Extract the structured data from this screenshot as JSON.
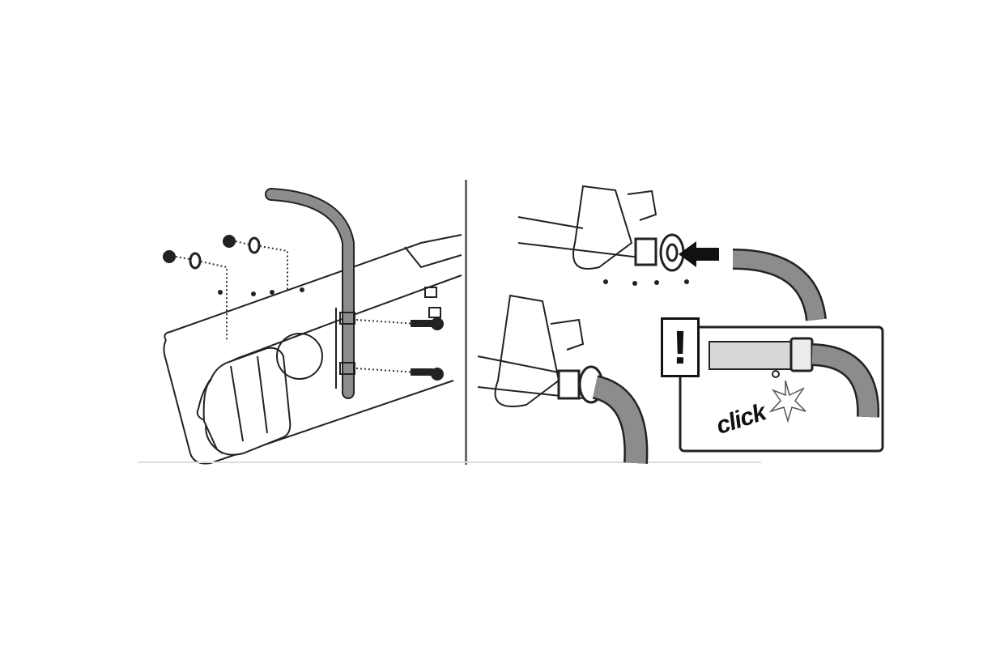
{
  "figure": {
    "type": "assembly-instruction-diagram",
    "panels": [
      {
        "id": "left",
        "description": "Hitch/bike carrier frame with curved tube handle; two nuts and washers attached with two bolts via dotted guide lines",
        "parts": [
          "nut",
          "washer",
          "nut",
          "washer",
          "bolt",
          "bolt",
          "curved-handle-tube",
          "frame-body"
        ]
      },
      {
        "id": "right",
        "description": "Curved tube pushed into socket fitting (arrow), then shown seated",
        "parts": [
          "socket-fitting",
          "curved-tube",
          "insert-arrow"
        ]
      }
    ],
    "callout": {
      "warning_symbol": "!",
      "label": "click"
    }
  },
  "colors": {
    "line": "#111111",
    "tube_fill": "#8c8c8c",
    "tube_light": "#d8d8d8",
    "background": "#ffffff"
  }
}
